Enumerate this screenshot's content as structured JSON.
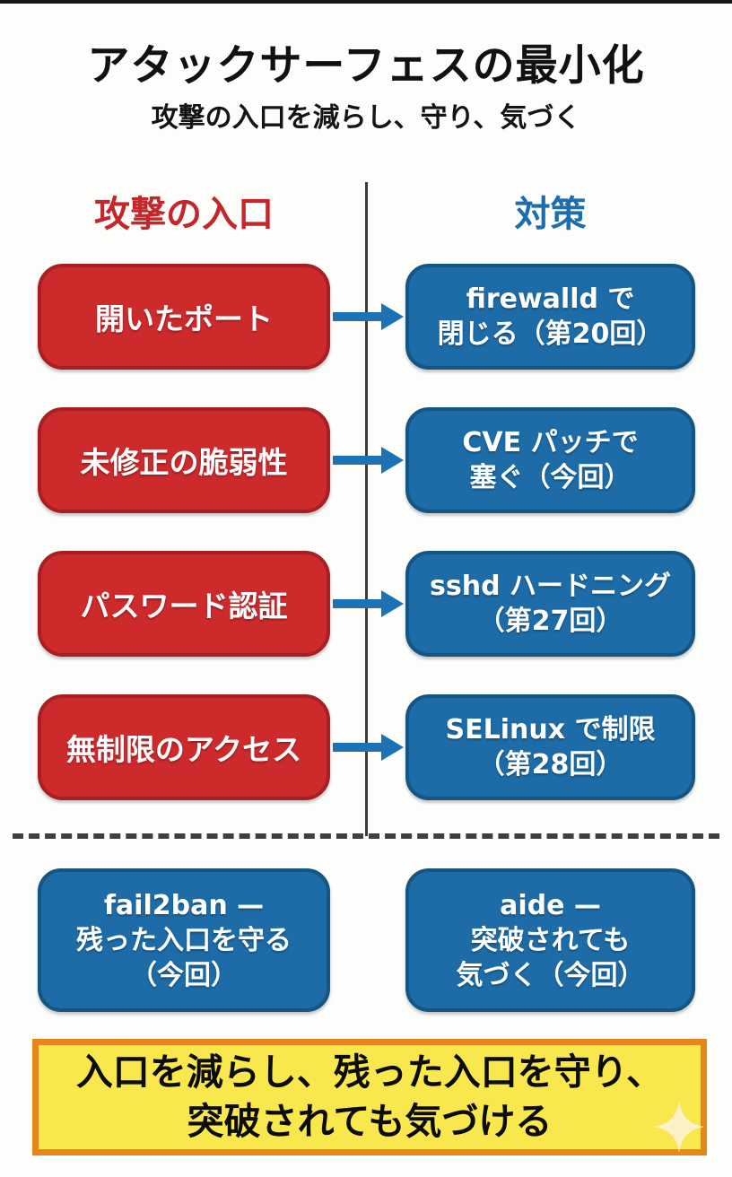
{
  "header": {
    "title": "アタックサーフェスの最小化",
    "subtitle": "攻撃の入口を減らし、守り、気づく"
  },
  "columns": {
    "left_header": "攻撃の入口",
    "right_header": "対策"
  },
  "rows": [
    {
      "attack": "開いたポート",
      "counter": [
        "firewalld で",
        "閉じる（第20回）"
      ]
    },
    {
      "attack": "未修正の脆弱性",
      "counter": [
        "CVE パッチで",
        "塞ぐ（今回）"
      ]
    },
    {
      "attack": "パスワード認証",
      "counter": [
        "sshd ハードニング",
        "（第27回）"
      ]
    },
    {
      "attack": "無制限のアクセス",
      "counter": [
        "SELinux で制限",
        "（第28回）"
      ]
    }
  ],
  "extras": [
    {
      "lines": [
        "fail2ban —",
        "残った入口を守る",
        "（今回）"
      ]
    },
    {
      "lines": [
        "aide —",
        "突破されても",
        "気づく（今回）"
      ]
    }
  ],
  "banner": {
    "lines": [
      "入口を減らし、残った入口を守り、",
      "突破されても気づける"
    ]
  },
  "colors": {
    "attack_box_fill": "#CD2A2C",
    "attack_box_border": "#A81F23",
    "counter_box_fill": "#1D6CA8",
    "counter_box_border": "#145581",
    "attack_header_text": "#C3272B",
    "counter_header_text": "#1C6DAE",
    "arrow": "#1E71B3",
    "banner_fill": "#F9E84D",
    "banner_border": "#E9861B",
    "divider": "#3B3B3B"
  },
  "icons": {
    "sparkle": "four-point-star"
  }
}
